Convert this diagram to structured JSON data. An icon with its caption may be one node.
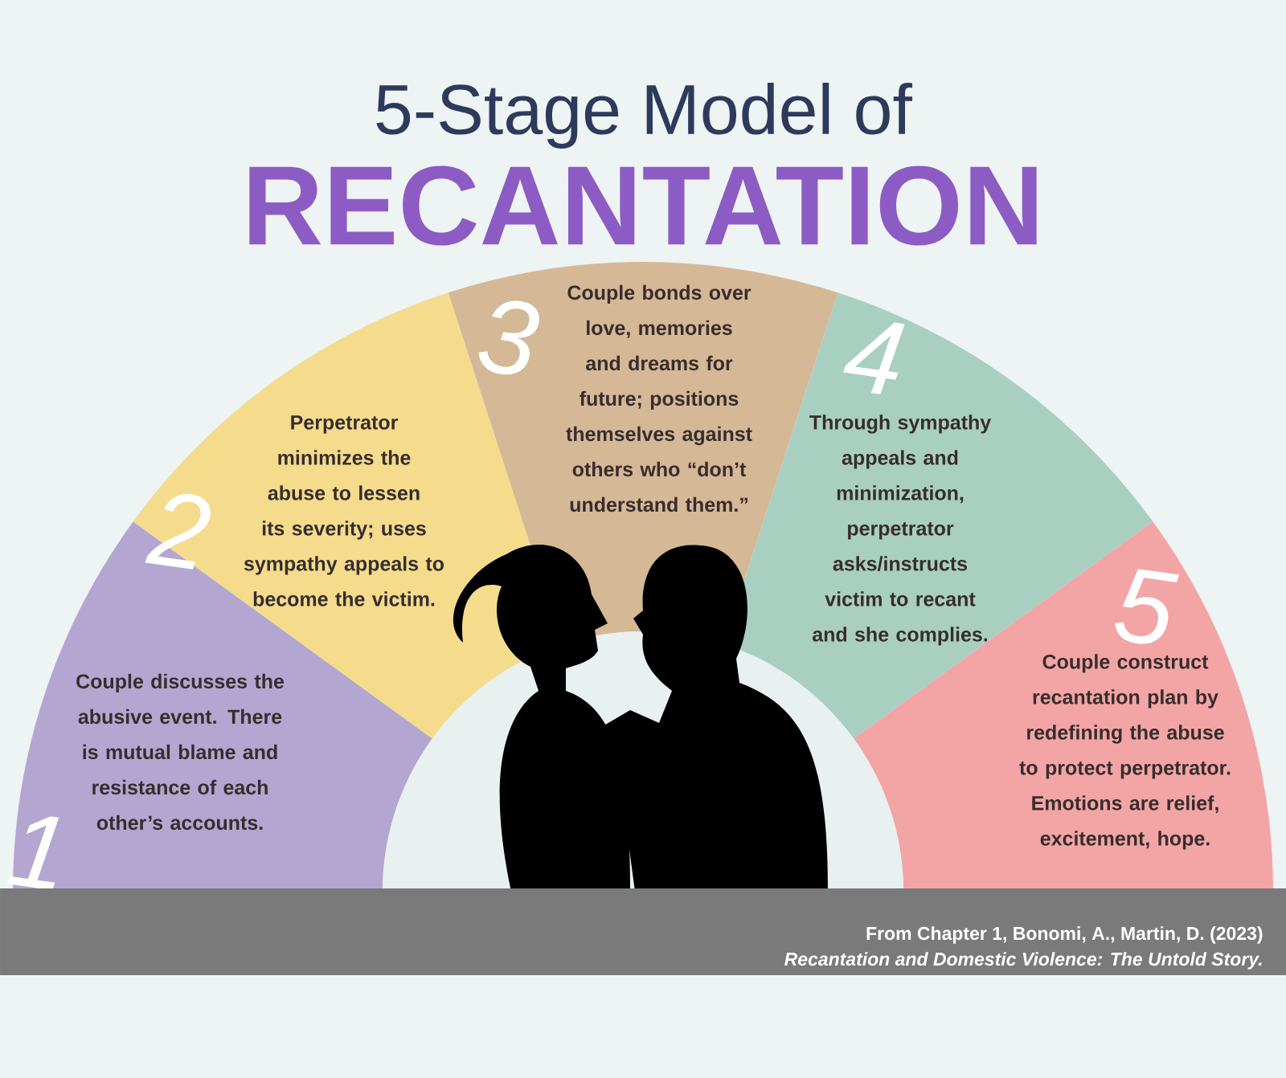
{
  "diagram": {
    "title": "5-Stage Model of",
    "nodes": [
      {
        "text": [
          "1",
          "Couple discusses the abusive event. There is mutual blame and resistance of each other’s accounts."
        ]
      },
      {
        "text": [
          "2",
          "Perpetrator minimizes the abuse to lessen its severity; uses sympathy appeals to become the victim."
        ]
      },
      {
        "text": [
          "3",
          "Couple bonds over love, memories and dreams for future; positions themselves against others who “don’t understand them.”"
        ]
      },
      {
        "text": [
          "4",
          "Through sympathy appeals and minimization, perpetrator asks/instructs victim to recant and she complies."
        ]
      },
      {
        "text": [
          "5",
          "Couple construct recantation plan by redefining the abuse to protect perpetrator. Emotions are relief, excitement, hope."
        ]
      }
    ],
    "labels": [
      "RECANTATION",
      "From Chapter 1, Bonomi, A., Martin, D. (2023)",
      "Recantation and Domestic Violence: The Untold Story."
    ]
  }
}
